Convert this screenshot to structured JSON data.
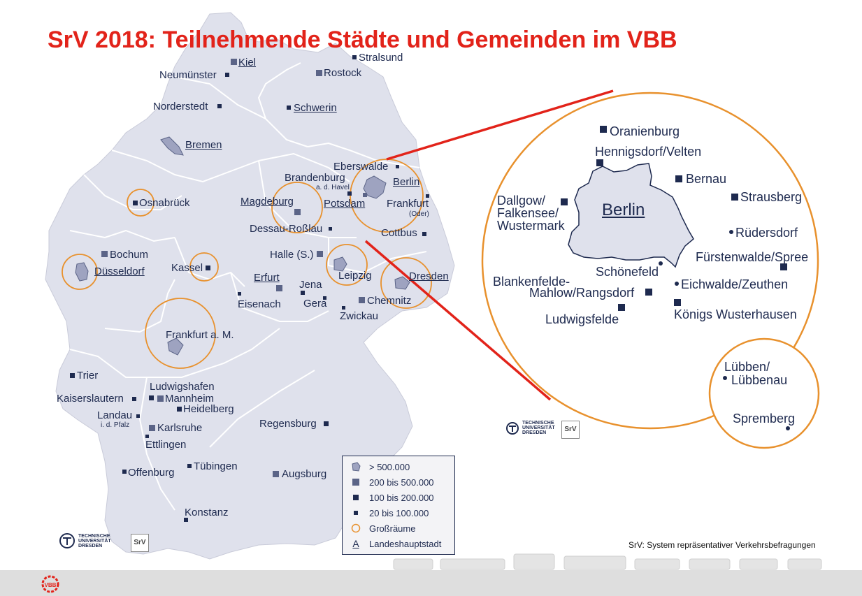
{
  "title": "SrV 2018: Teilnehmende Städte und Gemeinden im VBB",
  "map_labels": {
    "stralsund": "Stralsund",
    "kiel": "Kiel",
    "rostock": "Rostock",
    "neumuenster": "Neumünster",
    "norderstedt": "Norderstedt",
    "schwerin": "Schwerin",
    "bremen": "Bremen",
    "eberswalde": "Eberswalde",
    "brandenburg": "Brandenburg",
    "brandenburg_sub": "a. d. Havel",
    "berlin": "Berlin",
    "osnabrueck": "Osnabrück",
    "magdeburg": "Magdeburg",
    "potsdam": "Potsdam",
    "frankfurt_oder": "Frankfurt",
    "frankfurt_oder_sub": "(Oder)",
    "dessau": "Dessau-Roßlau",
    "cottbus": "Cottbus",
    "bochum": "Bochum",
    "halle": "Halle (S.)",
    "kassel": "Kassel",
    "duesseldorf": "Düsseldorf",
    "leipzig": "Leipzig",
    "dresden": "Dresden",
    "erfurt": "Erfurt",
    "jena": "Jena",
    "eisenach": "Eisenach",
    "gera": "Gera",
    "chemnitz": "Chemnitz",
    "zwickau": "Zwickau",
    "frankfurt_main": "Frankfurt a. M.",
    "trier": "Trier",
    "ludwigshafen": "Ludwigshafen",
    "kaiserslautern": "Kaiserslautern",
    "mannheim": "Mannheim",
    "heidelberg": "Heidelberg",
    "landau": "Landau",
    "landau_sub": "i. d. Pfalz",
    "karlsruhe": "Karlsruhe",
    "regensburg": "Regensburg",
    "ettlingen": "Ettlingen",
    "tuebingen": "Tübingen",
    "offenburg": "Offenburg",
    "augsburg": "Augsburg",
    "konstanz": "Konstanz"
  },
  "zoom_labels": {
    "oranienburg": "Oranienburg",
    "hennigsdorf": "Hennigsdorf/Velten",
    "bernau": "Bernau",
    "strausberg": "Strausberg",
    "dallgow_1": "Dallgow/",
    "dallgow_2": "Falkensee/",
    "dallgow_3": "Wustermark",
    "berlin": "Berlin",
    "ruedersdorf": "Rüdersdorf",
    "fuerstenwalde": "Fürstenwalde/Spree",
    "schoenefeld": "Schönefeld",
    "blankenfelde_1": "Blankenfelde-",
    "blankenfelde_2": "Mahlow/Rangsdorf",
    "eichwalde": "Eichwalde/Zeuthen",
    "ludwigsfelde": "Ludwigsfelde",
    "koenigs_wusterhausen": "Königs Wusterhausen",
    "luebben_1": "Lübben/",
    "luebben_2": "Lübbenau",
    "spremberg": "Spremberg"
  },
  "legend": {
    "items": [
      {
        "label": "> 500.000",
        "symbol": "city-area-icon"
      },
      {
        "label": "200 bis 500.000",
        "symbol": "large-square-icon"
      },
      {
        "label": "100 bis 200.000",
        "symbol": "medium-square-icon"
      },
      {
        "label": "20 bis 100.000",
        "symbol": "small-square-icon"
      },
      {
        "label": "Großräume",
        "symbol": "orange-circle-icon"
      },
      {
        "label": "Landeshauptstadt",
        "symbol": "underlined-a-icon"
      }
    ],
    "underlined_a": "A"
  },
  "logos": {
    "tud_line1": "TECHNISCHE",
    "tud_line2": "UNIVERSITÄT",
    "tud_line3": "DRESDEN",
    "srv": "SrV",
    "vbb": "VBB"
  },
  "footer_note": "SrV: System repräsentativer Verkehrsbefragungen",
  "colors": {
    "title": "#e2231a",
    "land": "#dfe1ec",
    "border": "#ffffff",
    "marker": "#1e2a4f",
    "marker_mid": "#5b6487",
    "region_circle": "#e8912d",
    "connector": "#e2231a"
  }
}
